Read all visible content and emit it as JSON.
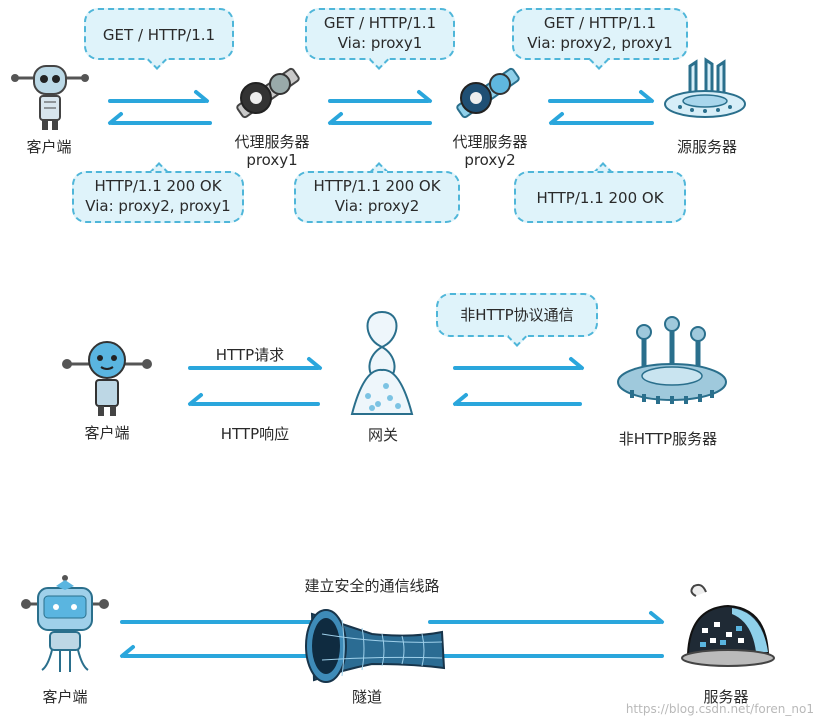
{
  "section1": {
    "client_label": "客户端",
    "proxy1_label": "代理服务器",
    "proxy1_sub": "proxy1",
    "proxy2_label": "代理服务器",
    "proxy2_sub": "proxy2",
    "origin_label": "源服务器",
    "req1_line1": "GET / HTTP/1.1",
    "req2_line1": "GET / HTTP/1.1",
    "req2_line2": "Via: proxy1",
    "req3_line1": "GET / HTTP/1.1",
    "req3_line2": "Via: proxy2, proxy1",
    "res1_line1": "HTTP/1.1 200 OK",
    "res1_line2": "Via: proxy2, proxy1",
    "res2_line1": "HTTP/1.1 200 OK",
    "res2_line2": "Via: proxy2",
    "res3_line1": "HTTP/1.1 200 OK"
  },
  "section2": {
    "client_label": "客户端",
    "gateway_label": "网关",
    "server_label": "非HTTP服务器",
    "request_label": "HTTP请求",
    "response_label": "HTTP响应",
    "protocol_bubble": "非HTTP协议通信"
  },
  "section3": {
    "client_label": "客户端",
    "tunnel_label": "隧道",
    "server_label": "服务器",
    "secure_line_label": "建立安全的通信线路"
  },
  "watermark": "https://blog.csdn.net/foren_no1",
  "colors": {
    "arrow": "#2aa6dc",
    "bubble_fill": "#dff3fa",
    "bubble_border": "#4fb6d9"
  }
}
